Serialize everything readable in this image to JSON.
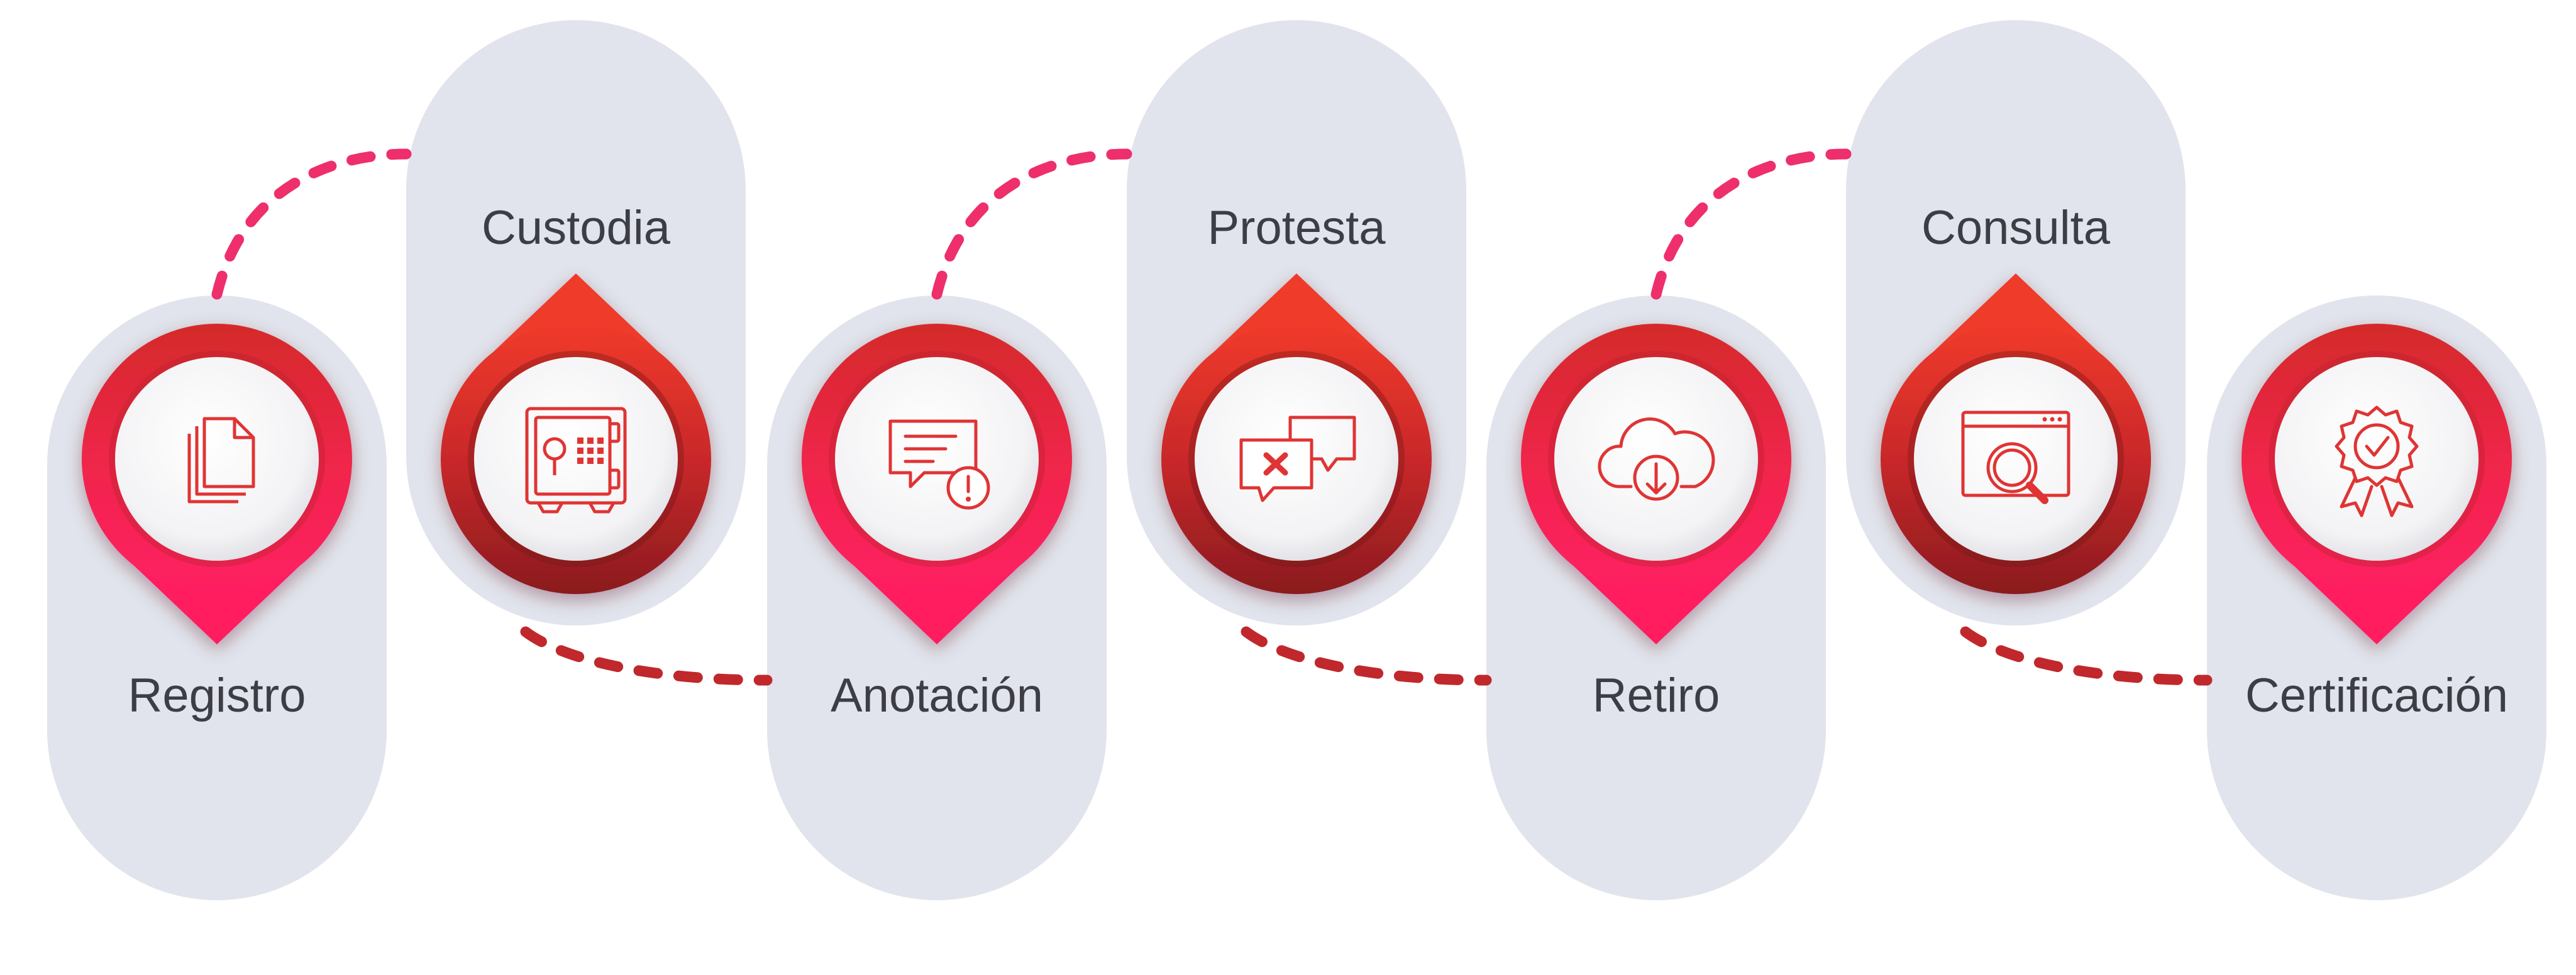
{
  "colors": {
    "pill": "#e1e4ec",
    "connector_light": "#ee2f6c",
    "connector_dark": "#c0282b",
    "marker_pink": "#ff1f5f",
    "marker_red": "#d42a2a",
    "ring_dark": "#8f1d1f",
    "icon": "#e03434",
    "text": "#3d3d45"
  },
  "steps": [
    {
      "label": "Registro",
      "icon": "documents-icon",
      "orientation": "pin-down"
    },
    {
      "label": "Custodia",
      "icon": "safe-icon",
      "orientation": "pin-up"
    },
    {
      "label": "Anotación",
      "icon": "chat-alert-icon",
      "orientation": "pin-down"
    },
    {
      "label": "Protesta",
      "icon": "chat-reject-icon",
      "orientation": "pin-up"
    },
    {
      "label": "Retiro",
      "icon": "cloud-download-icon",
      "orientation": "pin-down"
    },
    {
      "label": "Consulta",
      "icon": "browser-search-icon",
      "orientation": "pin-up"
    },
    {
      "label": "Certificación",
      "icon": "certificate-badge-icon",
      "orientation": "pin-down"
    }
  ]
}
